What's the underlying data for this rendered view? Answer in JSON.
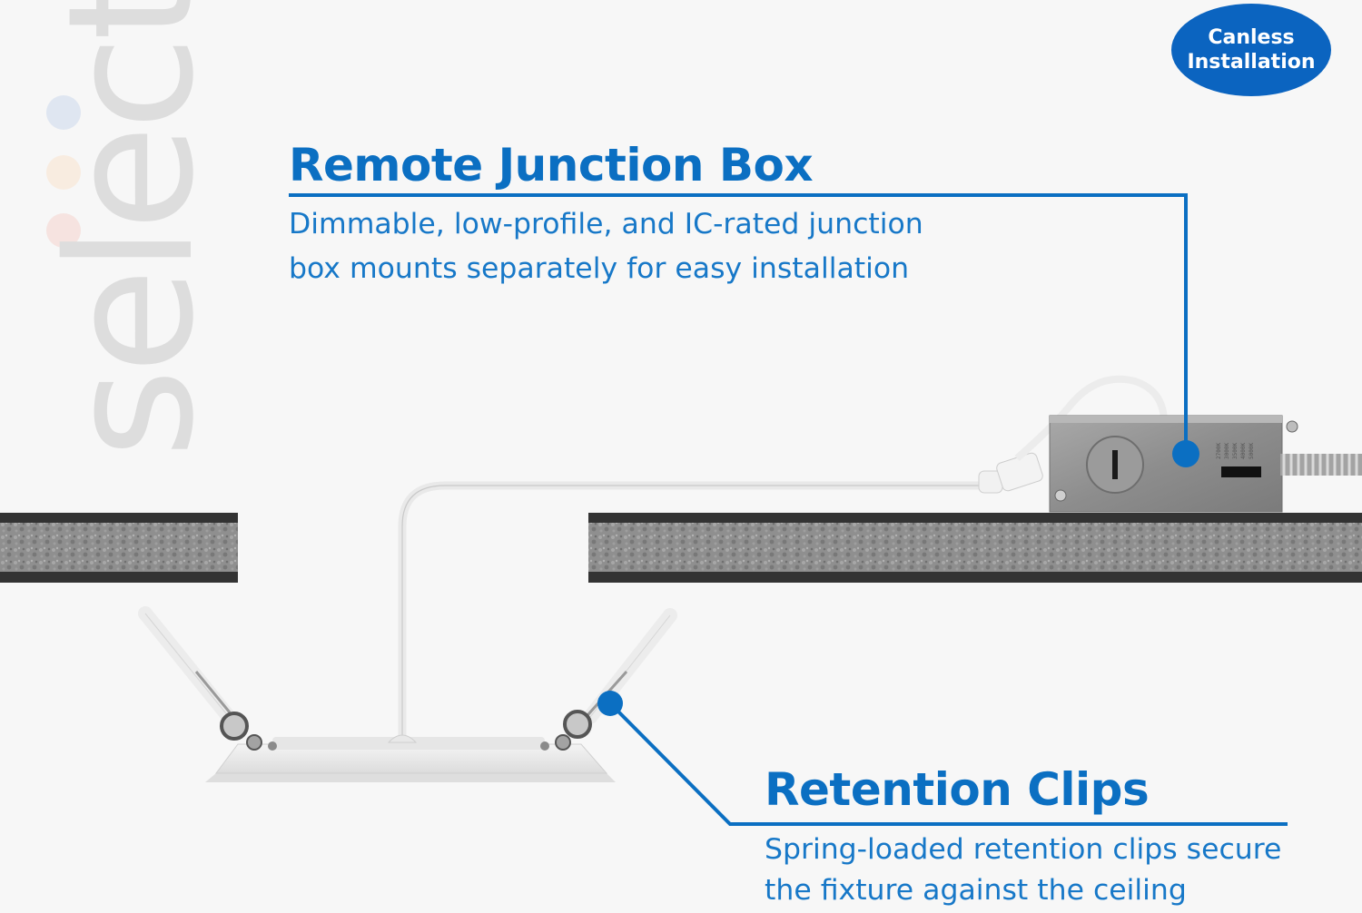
{
  "badge": {
    "line1": "Canless",
    "line2": "Installation"
  },
  "brand": {
    "wordmark": "select",
    "dot_colors": [
      "#dfe6f1",
      "#f8ece0",
      "#f6e3e0"
    ]
  },
  "callouts": {
    "junction_box": {
      "title": "Remote Junction Box",
      "line1": "Dimmable, low-profile, and IC-rated junction",
      "line2": "box mounts separately for easy installation"
    },
    "retention_clips": {
      "title": "Retention Clips",
      "line1": "Spring-loaded retention clips secure",
      "line2": "the fixture against the ceiling"
    }
  },
  "junction_box_labels": [
    "2700K",
    "3000K",
    "3500K",
    "4000K",
    "5000K"
  ],
  "colors": {
    "accent": "#0b6fc2",
    "badge": "#0b64c0",
    "ceiling": "#8e8e8e",
    "ceiling_edge": "#3a3a3a"
  }
}
